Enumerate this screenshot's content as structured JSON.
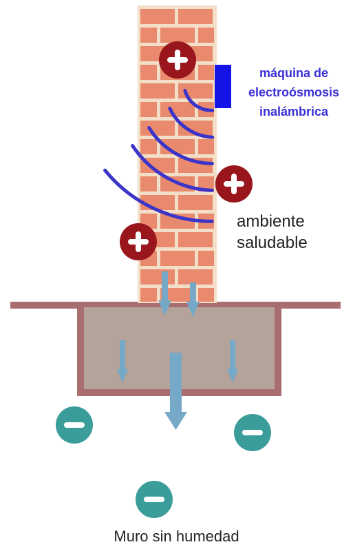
{
  "labels": {
    "machine": [
      "máquina de",
      "electroósmosis",
      "inalámbrica"
    ],
    "ambient": [
      "ambiente",
      "saludable"
    ],
    "caption": "Muro sin humedad"
  },
  "symbols": {
    "positive": "+",
    "negative": "−"
  },
  "icons": {
    "positive_charge": "plus-circle-icon",
    "negative_charge": "minus-circle-icon",
    "device": "electroosmosis-device-icon",
    "moisture_arrow": "arrow-down-icon"
  },
  "colors": {
    "brick": "#e98a6e",
    "mortar": "#f3dfc7",
    "foundation_fill": "#b3a39a",
    "foundation_border": "#a86d6f",
    "device": "#1414e6",
    "waves": "#3c34c8",
    "positive_charge": "#98161c",
    "negative_charge": "#3b9d9a",
    "moisture_arrows": "#76a9c8",
    "machine_text": "#3a2fd6",
    "text": "#222222"
  }
}
